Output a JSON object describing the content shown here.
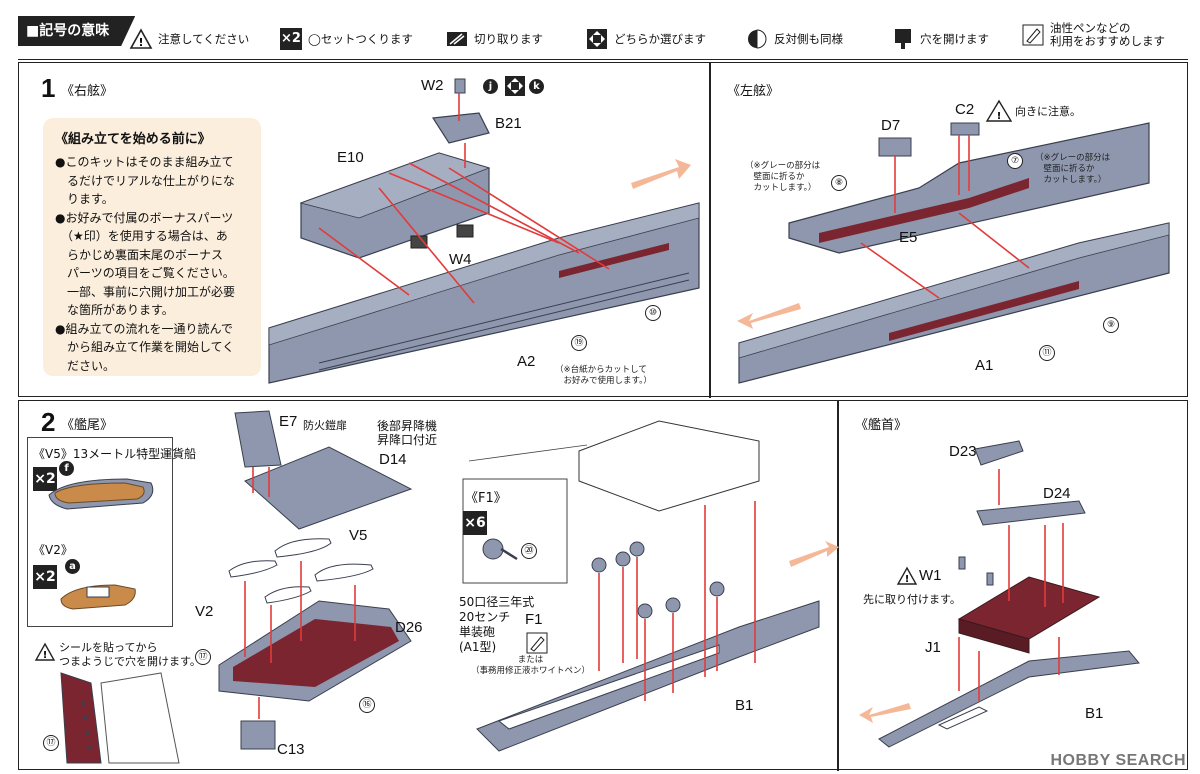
{
  "legend": {
    "title": "■記号の意味",
    "items": [
      {
        "icon": "warning-icon",
        "text": "注意してください"
      },
      {
        "icon": "x2-badge",
        "badge": "×2",
        "text": "◯セットつくります"
      },
      {
        "icon": "cut-icon",
        "text": "切り取ります"
      },
      {
        "icon": "choose-icon",
        "text": "どちらか選びます"
      },
      {
        "icon": "mirror-icon",
        "text": "反対側も同様"
      },
      {
        "icon": "drill-icon",
        "text": "穴を開けます"
      },
      {
        "icon": "pen-icon",
        "text": "油性ペンなどの\n利用をおすすめします"
      }
    ]
  },
  "step1": {
    "number": "1",
    "right_title": "《右舷》",
    "left_title": "《左舷》",
    "note": {
      "title": "《組み立てを始める前に》",
      "lines": [
        "●このキットはそのまま組み立て",
        "　るだけでリアルな仕上がりにな",
        "　ります。",
        "●お好みで付属のボーナスパーツ",
        "　（★印）を使用する場合は、あ",
        "　らかじめ裏面末尾のボーナス",
        "　パーツの項目をご覧ください。",
        "　一部、事前に穴開け加工が必要",
        "　な箇所があります。",
        "●組み立ての流れを一通り読んで",
        "　から組み立て作業を開始してく",
        "　ださい。"
      ]
    },
    "parts_right": {
      "w2": "W2",
      "b21": "B21",
      "e10": "E10",
      "w4": "W4",
      "a2": "A2",
      "c19": "⑲",
      "c10": "⑩",
      "j": "j",
      "k": "k"
    },
    "cut_note": "（※台紙からカットして\n　お好みで使用します。）",
    "parts_left": {
      "d7": "D7",
      "c2": "C2",
      "e5": "E5",
      "a1": "A1",
      "c8": "⑧",
      "c7": "⑦",
      "c9": "⑨",
      "c11": "⑪"
    },
    "c2_note": "向きに注意。",
    "gray_note": "（※グレーの部分は\n　壁面に折るか\n　カットします。）"
  },
  "step2": {
    "number": "2",
    "stern_title": "《艦尾》",
    "bow_title": "《艦首》",
    "v5_title": "《V5》13メートル特型運貨船",
    "v5_badge": "×2",
    "v5_circle": "f",
    "v2_title": "《V2》",
    "v2_badge": "×2",
    "v2_circle": "a",
    "seal_note": "シールを貼ってから\nつまようじで穴を開けます。",
    "c17": "⑰",
    "e7_label": "E7",
    "e7_note": "防火鎧扉",
    "d14": "D14",
    "v5": "V5",
    "v2": "V2",
    "d26": "D26",
    "c16": "⑯",
    "c13": "C13",
    "elevator_note": "後部昇降機\n昇降口付近",
    "f1_title": "《F1》",
    "f1_badge": "×6",
    "c20": "⑳",
    "gun_note": "50口径三年式\n20センチ\n単装砲\n(A1型)",
    "f1": "F1",
    "pen_note": "または\n（事務用修正液ホワイトペン）",
    "b1": "B1",
    "d23": "D23",
    "d24": "D24",
    "w1": "W1",
    "w1_note": "先に取り付けます。",
    "j1": "J1"
  },
  "watermark": "HOBBY SEARCH",
  "colors": {
    "hull": "#8e97ad",
    "hull_dark": "#5d6478",
    "deck_red": "#7a2530",
    "wood": "#c98a4a",
    "note_bg": "#fbeedd",
    "arrow": "#e23b3b",
    "peach": "#f4b898"
  }
}
